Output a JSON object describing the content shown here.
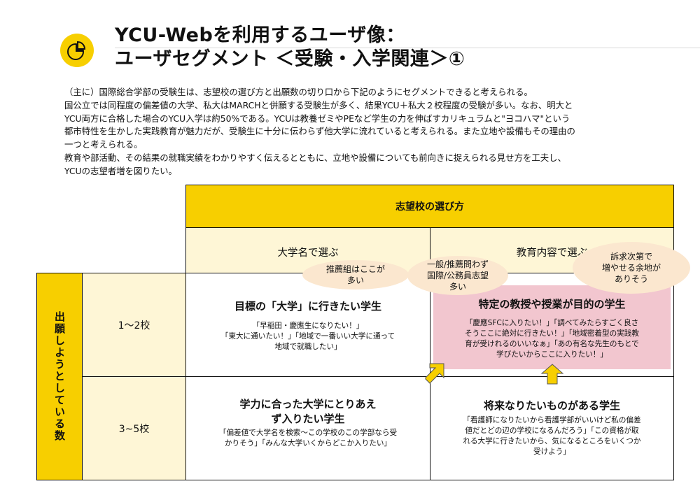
{
  "title": {
    "line1": "YCU-Webを利用するユーザ像：",
    "line2": "ユーザセグメント ＜受験・入学関連＞①"
  },
  "intro": {
    "lines": [
      "（主に）国際総合学部の受験生は、志望校の選び方と出願数の切り口から下記のようにセグメントできると考えられる。",
      "国公立では同程度の偏差値の大学、私大はMARCHと併願する受験生が多く、結果YCU＋私大２校程度の受験が多い。なお、明大と",
      "YCU両方に合格した場合のYCU入学は約50%である。YCUは教養ゼミやPEなど学生の力を伸ばすカリキュラムと\"ヨコハマ\"という",
      "都市特性を生かした実践教育が魅力だが、受験生に十分に伝わらず他大学に流れていると考えられる。また立地や設備もその理由の",
      "一つと考えられる。",
      "教育や部活動、その結果の就職実績をわかりやすく伝えるとともに、立地や設備についても前向きに捉えられる見せ方を工夫し、",
      "YCUの志望者増を図りたい。"
    ]
  },
  "matrix": {
    "col_header": "志望校の選び方",
    "col1": "大学名で選ぶ",
    "col2": "教育内容で選ぶ",
    "row_header": "出願しようとしている数",
    "row1": "1〜2校",
    "row2": "3~5校",
    "cells": {
      "r1c1": {
        "title": "目標の「大学」に行きたい学生",
        "desc": [
          "「早稲田・慶應生になりたい！」",
          "「東大に通いたい！」「地域で一番いい大学に通って",
          "地域で就職したい」"
        ]
      },
      "r1c2": {
        "title": "特定の教授や授業が目的の学生",
        "desc": [
          "「慶應SFCに入りたい！」「調べてみたらすごく良さ",
          "そうここに絶対に行きたい！」「地域密着型の実践教",
          "育が受けれるのいいなぁ」「あの有名な先生のもとで",
          "学びたいからここに入りたい！」"
        ]
      },
      "r2c1": {
        "title": [
          "学力に合った大学にとりあえ",
          "ず入りたい学生"
        ],
        "desc": [
          "「偏差値で大学名を検索〜この学校のこの学部なら受",
          "かりそう」「みんな大学いくからどこか入りたい」"
        ]
      },
      "r2c2": {
        "title": "将来なりたいものがある学生",
        "desc": [
          "「看護師になりたいから看護学部がいいけど私の偏差",
          "値だとどの辺の学校になるんだろう」「この資格が取",
          "れる大学に行きたいから、気になるところをいくつか",
          "受けよう」"
        ]
      }
    }
  },
  "bubbles": {
    "b1": [
      "推薦組はここが",
      "多い"
    ],
    "b2": [
      "一般/推薦問わず",
      "国際/公務員志望",
      "多い"
    ],
    "b3": [
      "訴求次第で",
      "増やせる余地が",
      "ありそう"
    ]
  },
  "colors": {
    "accent": "#f7cf00",
    "light": "#fef6d6",
    "pink": "#f2c6cf",
    "bubble": "#fbe7cf"
  },
  "icons": {
    "header": "pie-chart-icon",
    "arrows": "up-arrow-icon"
  }
}
